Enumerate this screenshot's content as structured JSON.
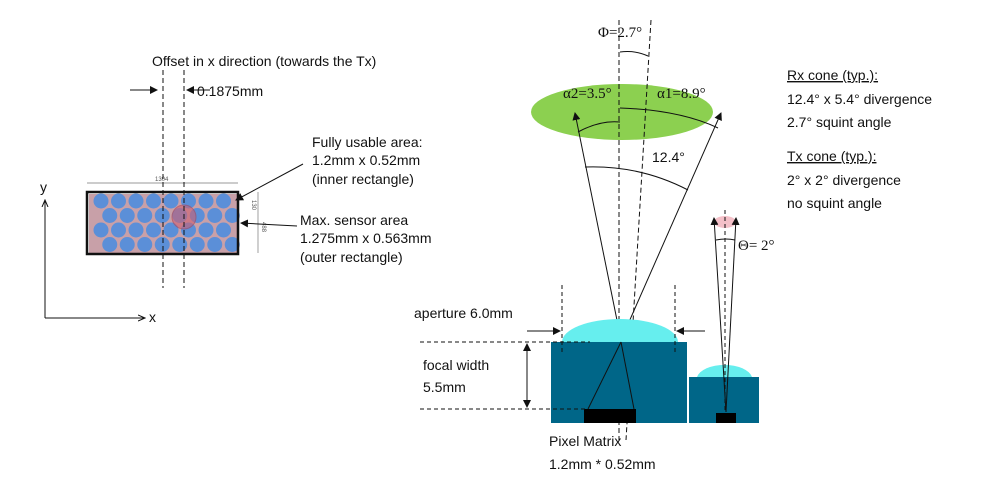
{
  "left": {
    "offset_title": "Offset in x direction (towards the Tx)",
    "offset_value": "0.1875mm",
    "usable": [
      "Fully usable area:",
      "1.2mm x 0.52mm",
      "(inner rectangle)"
    ],
    "max": [
      "Max. sensor area",
      "1.275mm x 0.563mm",
      "(outer rectangle)"
    ],
    "dim_width": "1304",
    "dim_pitch": "130",
    "dim_height": "488",
    "axis_x": "x",
    "axis_y": "y"
  },
  "optics": {
    "phi": "Φ=2.7°",
    "alpha2": "α2=3.5°",
    "alpha1": "α1=8.9°",
    "cone": "12.4°",
    "theta": "Θ= 2°",
    "aperture": "aperture 6.0mm",
    "focal": [
      "focal width",
      "5.5mm"
    ],
    "pixel": [
      "Pixel Matrix",
      "1.2mm * 0.52mm"
    ]
  },
  "legend": {
    "rx_title": "Rx cone (typ.):",
    "rx_lines": [
      "12.4° x 5.4° divergence",
      "2.7° squint angle"
    ],
    "tx_title": "Tx cone (typ.):",
    "tx_lines": [
      "2° x 2° divergence",
      "no squint angle"
    ]
  },
  "colors": {
    "lens_body": "#006688",
    "lens_cap": "#66eeee",
    "rx_spot": "#8cd050",
    "tx_spot": "#f4c0c8",
    "pixel": "#5b8fd8"
  }
}
